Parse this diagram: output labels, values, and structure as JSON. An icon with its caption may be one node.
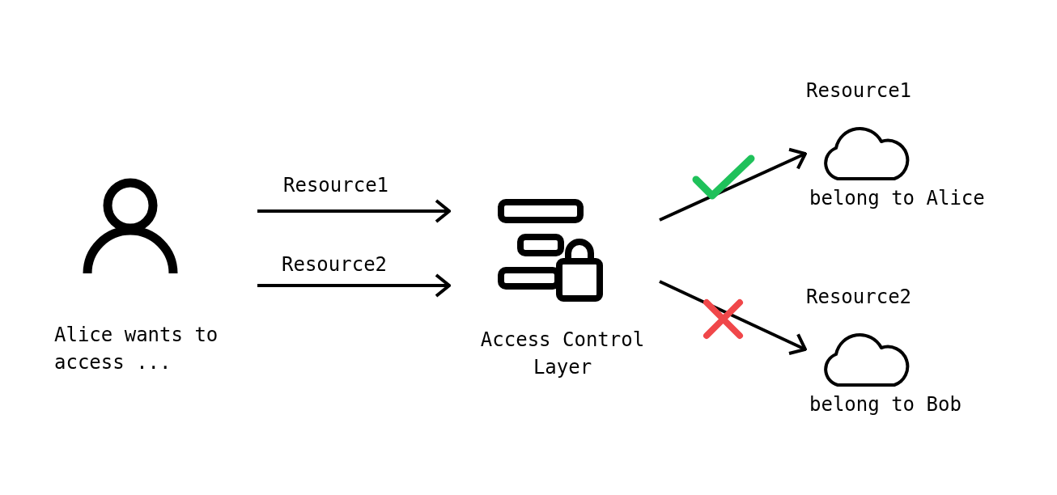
{
  "diagram": {
    "nodes": [
      {
        "text": [
          "Alice wants to access ..."
        ]
      },
      {
        "text": [
          "Access Control Layer"
        ]
      },
      {
        "text": [
          "Resource1",
          "belong to Alice"
        ]
      },
      {
        "text": [
          "Resource2",
          "belong to Bob"
        ]
      }
    ],
    "edges": [
      {
        "from": 0,
        "to": 1,
        "arrow": "to",
        "label": "Resource1"
      },
      {
        "from": 0,
        "to": 1,
        "arrow": "to",
        "label": "Resource2"
      },
      {
        "from": 1,
        "to": 2,
        "arrow": "to"
      },
      {
        "from": 1,
        "to": 3,
        "arrow": "to"
      }
    ]
  }
}
